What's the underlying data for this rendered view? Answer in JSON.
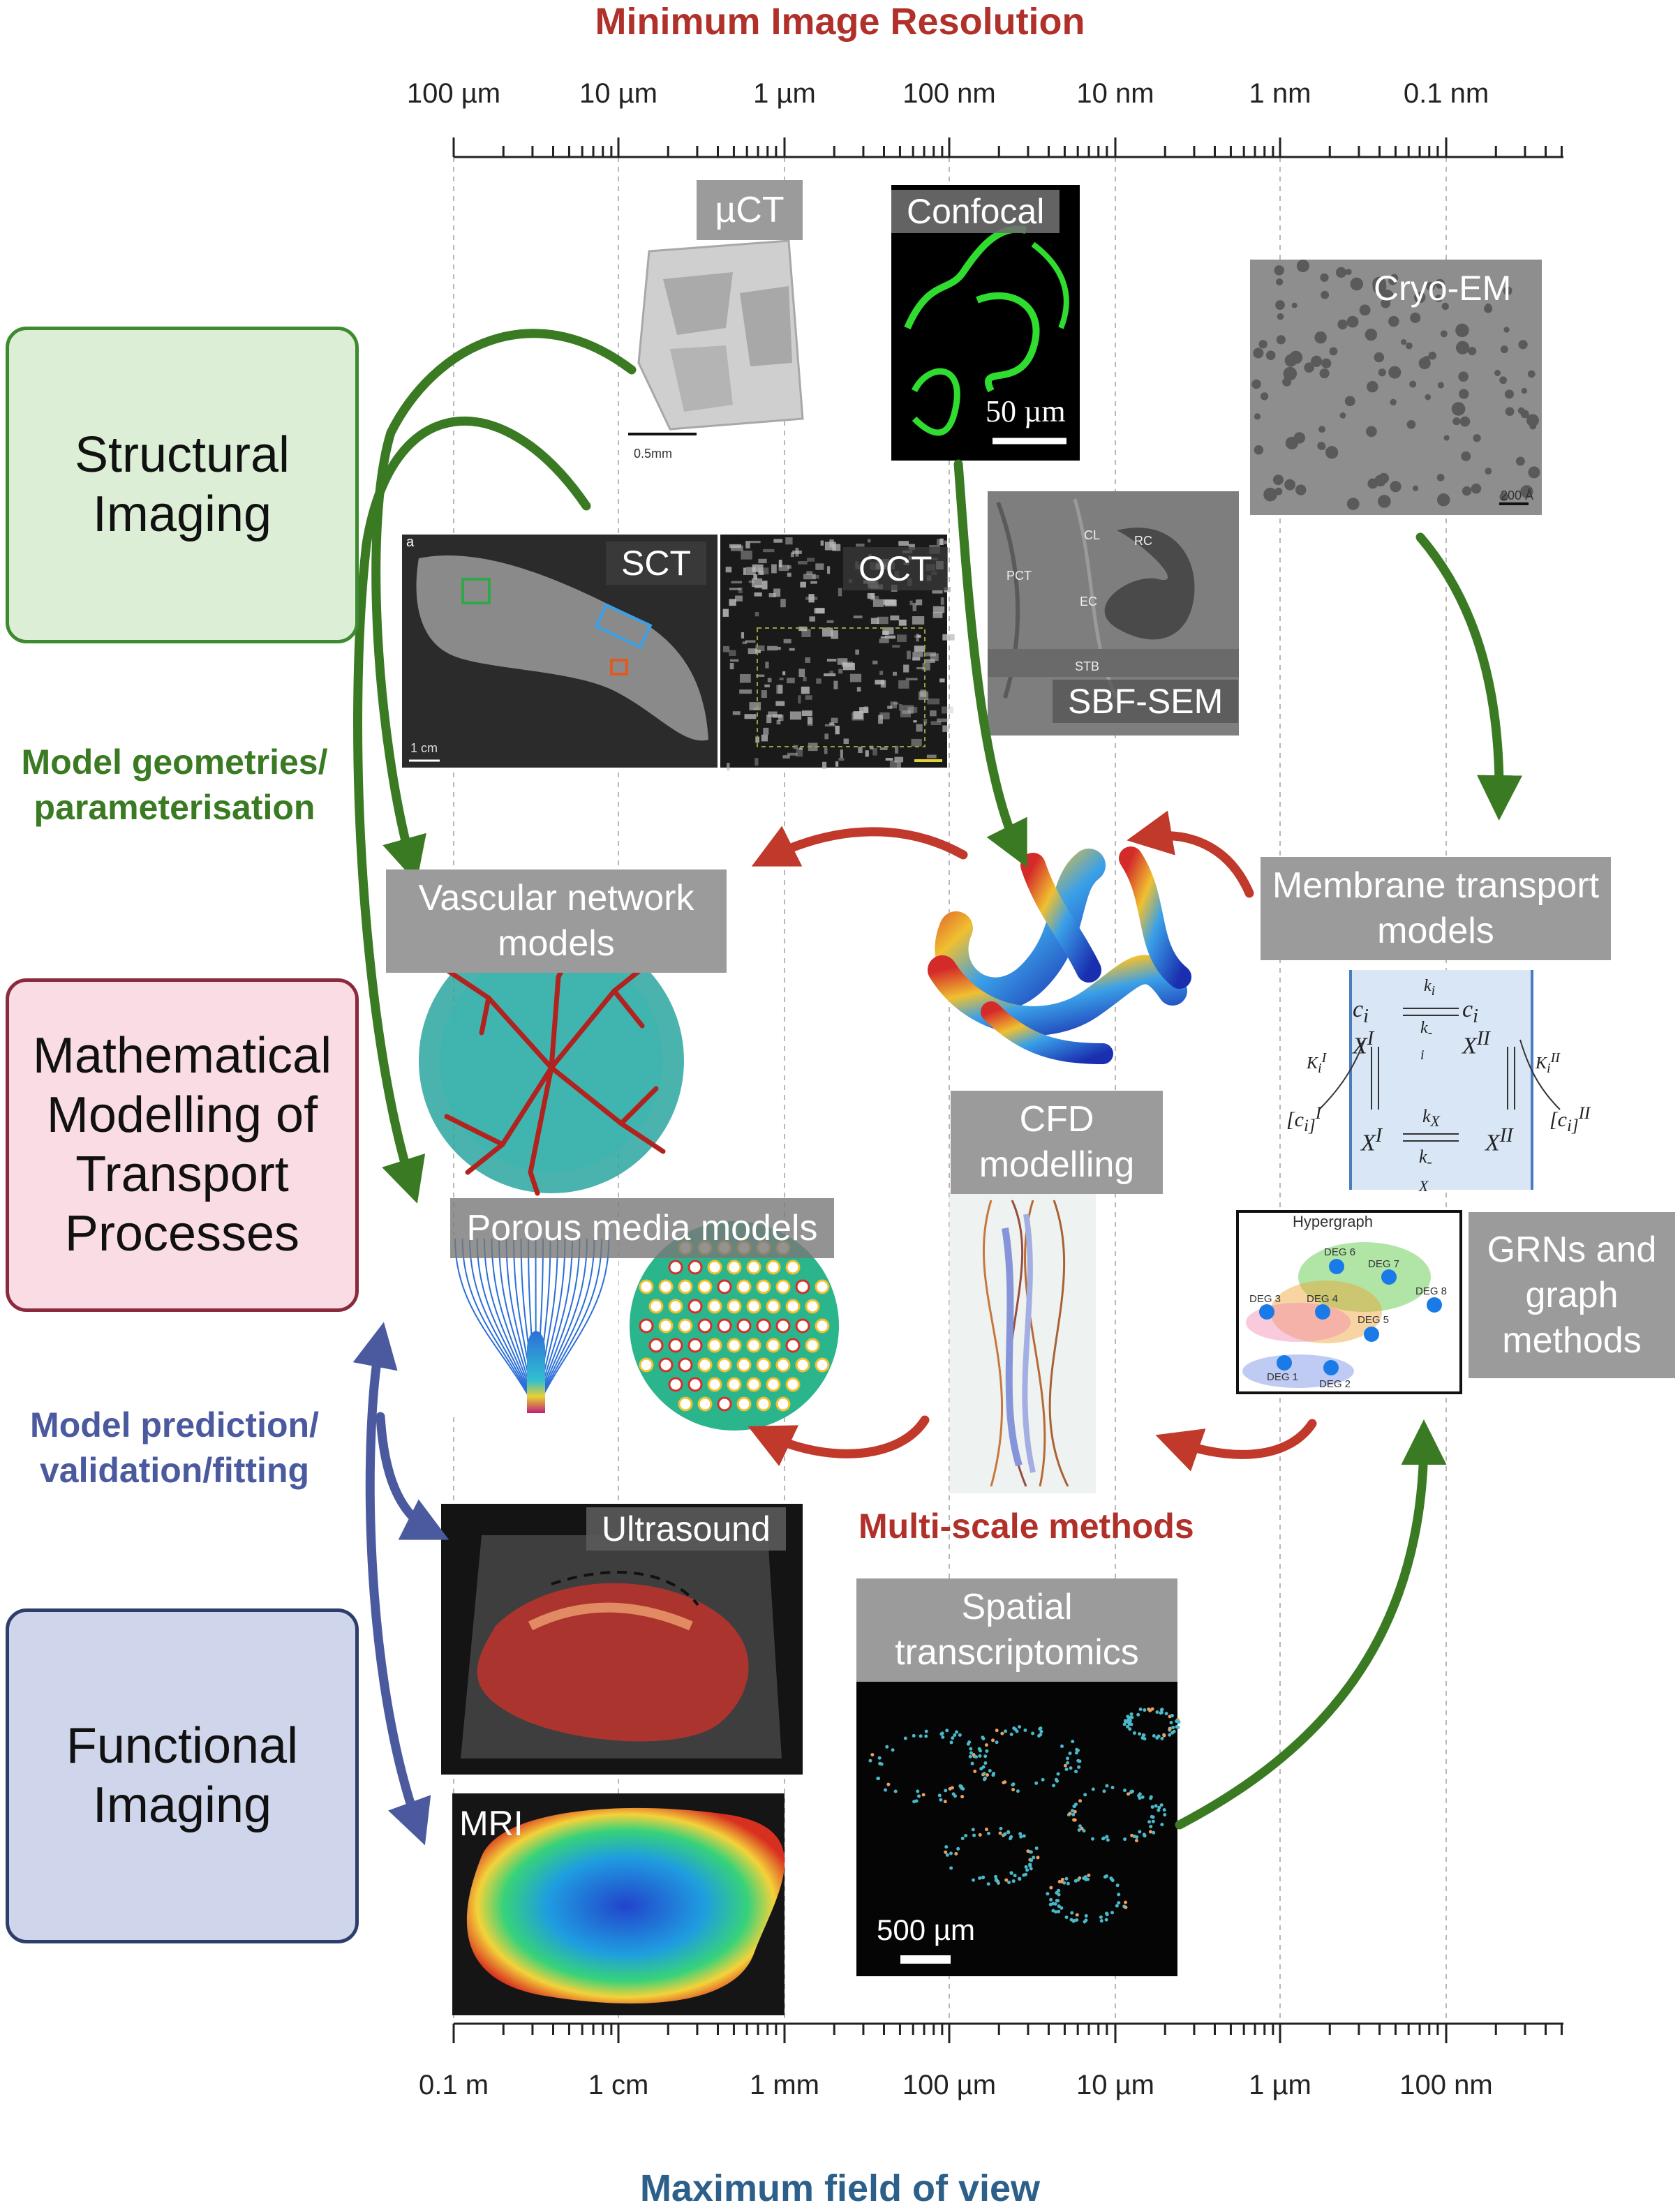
{
  "axes": {
    "top_title": "Minimum Image Resolution",
    "bottom_title": "Maximum field of view",
    "top_ticks": [
      "100 µm",
      "10 µm",
      "1 µm",
      "100 nm",
      "10 nm",
      "1 nm",
      "0.1 nm"
    ],
    "bottom_ticks": [
      "0.1 m",
      "1 cm",
      "1 mm",
      "100 µm",
      "10 µm",
      "1 µm",
      "100 nm"
    ]
  },
  "side_boxes": {
    "structural": "Structural Imaging",
    "mathematical": "Mathematical Modelling of Transport Processes",
    "functional": "Functional Imaging"
  },
  "side_labels": {
    "geometries": "Model geometries/ parameterisation",
    "prediction": "Model prediction/ validation/fitting"
  },
  "imaging": {
    "uct": "µCT",
    "uct_scale": "0.5mm",
    "confocal": "Confocal",
    "confocal_scale": "50 µm",
    "cryoem": "Cryo-EM",
    "cryoem_scale": "200 Å",
    "sct": "SCT",
    "sct_panel": "a",
    "sct_scale": "1 cm",
    "oct": "OCT",
    "sbfsem": "SBF-SEM",
    "sbfsem_parts": [
      "PCT",
      "CL",
      "RC",
      "EC",
      "STB"
    ],
    "ultrasound": "Ultrasound",
    "mri": "MRI",
    "spatial": "Spatial transcriptomics",
    "spatial_scale": "500 µm"
  },
  "models": {
    "vascular": "Vascular network models",
    "membrane": "Membrane transport models",
    "cfd": "CFD modelling",
    "porous": "Porous media models",
    "grn": "GRNs and graph methods",
    "multiscale": "Multi-scale methods",
    "hypergraph_title": "Hypergraph",
    "hypergraph_nodes": [
      "DEG 6",
      "DEG 7",
      "DEG 3",
      "DEG 4",
      "DEG 5",
      "DEG 8",
      "DEG 1",
      "DEG 2"
    ],
    "kinetics": {
      "top_left": "c_i X^I",
      "top_right": "c_i X^II",
      "k_fwd": "k_i",
      "k_rev": "k_-i",
      "bottom_left": "X^I",
      "bottom_right": "X^II",
      "kx_fwd": "k_X",
      "kx_rev": "k_-X",
      "left_const": "K_i^I",
      "right_const": "K_i^II",
      "left_conc": "[c_i]^I",
      "right_conc": "[c_i]^II"
    }
  },
  "colors": {
    "structural_fill": "#dcefd6",
    "structural_border": "#3d8a30",
    "math_fill": "#f9dce4",
    "math_border": "#8a2a3c",
    "functional_fill": "#cfd5ea",
    "functional_border": "#2f3d6b",
    "green_arrow": "#3a7a23",
    "red_arrow": "#c0392b",
    "blue_arrow": "#4b5a9e",
    "top_title": "#b0302a",
    "bottom_title": "#2c5f8a",
    "geometries_text": "#3a7a23",
    "prediction_text": "#4b5a9e"
  }
}
